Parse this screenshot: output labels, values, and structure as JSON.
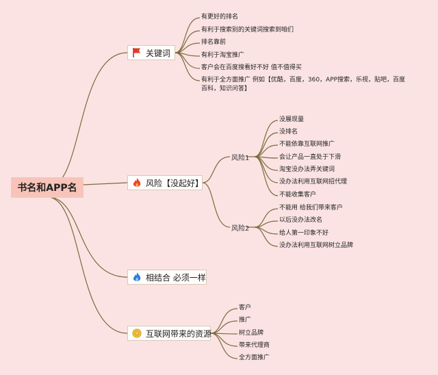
{
  "root": {
    "label": "书名和APP名"
  },
  "branches": [
    {
      "label": "关键词",
      "icon": "red-flag-icon",
      "leaves": [
        "有更好的排名",
        "有利于搜索别的关键词搜索到咱们",
        "排名靠前",
        "有利于淘宝推广",
        "客户会在百度搜看好不好 值不值得买",
        "有利于全方面推广  例如【优酷，百度，360，APP搜索，乐视，贴吧，百度百科，知识问答】"
      ]
    },
    {
      "label": "风险【没起好】",
      "icon": "fire-icon",
      "subs": [
        {
          "label": "风险1",
          "leaves": [
            "没展现量",
            "没排名",
            "不能依靠互联网推广",
            "会让产品一直处于下滑",
            "淘宝没办法弄关键词",
            "没办法利用互联网招代理",
            "不能收集客户"
          ]
        },
        {
          "label": "风险2",
          "leaves": [
            "不能用 给我们带来客户",
            "以后没办法改名",
            "给人第一印象不好",
            "没办法利用互联网树立品牌"
          ]
        }
      ]
    },
    {
      "label": "相结合 必须一样",
      "icon": "blue-flame-icon",
      "leaves": []
    },
    {
      "label": "互联网带来的资源",
      "icon": "medal-icon",
      "leaves": [
        "客户",
        "推广",
        "树立品牌",
        "带来代理商",
        "全方面推广"
      ]
    }
  ],
  "colors": {
    "background": "#fbe3e3",
    "root_fill": "#f8c4b9",
    "branch_fill": "#fffdfb",
    "edge": "#7a6a3c"
  }
}
